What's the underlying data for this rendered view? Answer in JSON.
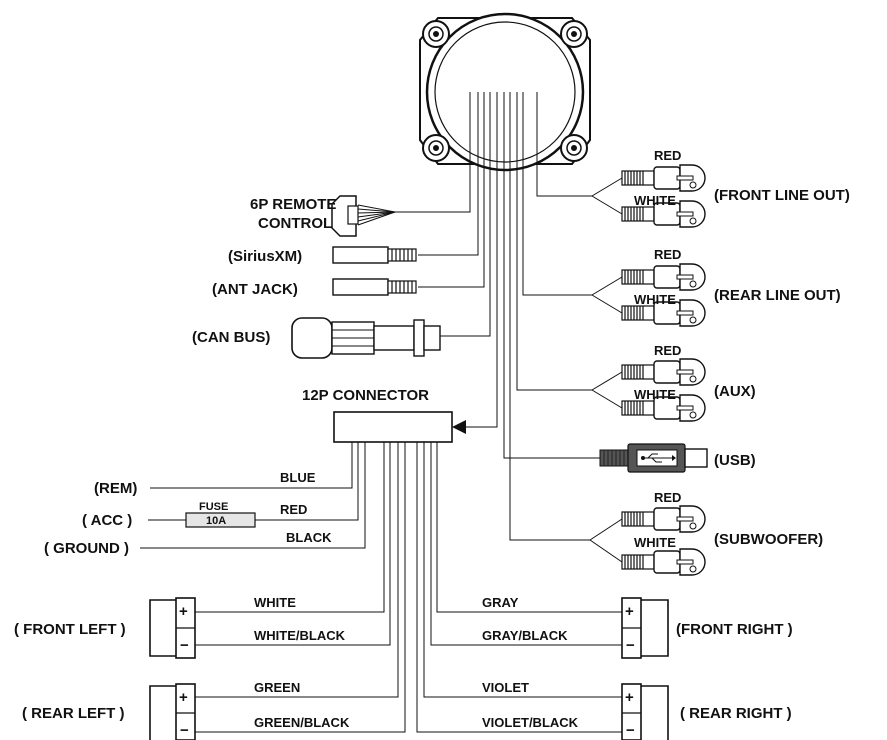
{
  "head_unit": {
    "remote": [
      "6P REMOTE",
      "CONTROL"
    ],
    "siriusxm": "(SiriusXM)",
    "ant": "(ANT JACK)",
    "canbus": "(CAN BUS)",
    "connector": "12P CONNECTOR"
  },
  "rca": {
    "red": "RED",
    "white": "WHITE",
    "front": "(FRONT LINE OUT)",
    "rear": "(REAR LINE OUT)",
    "aux": "(AUX)",
    "usb": "(USB)",
    "sub": "(SUBWOOFER)"
  },
  "power": {
    "rem": "(REM)",
    "acc": "( ACC )",
    "ground": "( GROUND )",
    "blue": "BLUE",
    "red": "RED",
    "black": "BLACK",
    "fuse": "FUSE",
    "fuse_value": "10A"
  },
  "speakers": {
    "front_left": "( FRONT LEFT )",
    "rear_left": "( REAR LEFT )",
    "front_right": "(FRONT RIGHT )",
    "rear_right": "( REAR RIGHT )",
    "white": "WHITE",
    "white_black": "WHITE/BLACK",
    "green": "GREEN",
    "green_black": "GREEN/BLACK",
    "gray": "GRAY",
    "gray_black": "GRAY/BLACK",
    "violet": "VIOLET",
    "violet_black": "VIOLET/BLACK",
    "plus": "+",
    "minus": "−"
  }
}
